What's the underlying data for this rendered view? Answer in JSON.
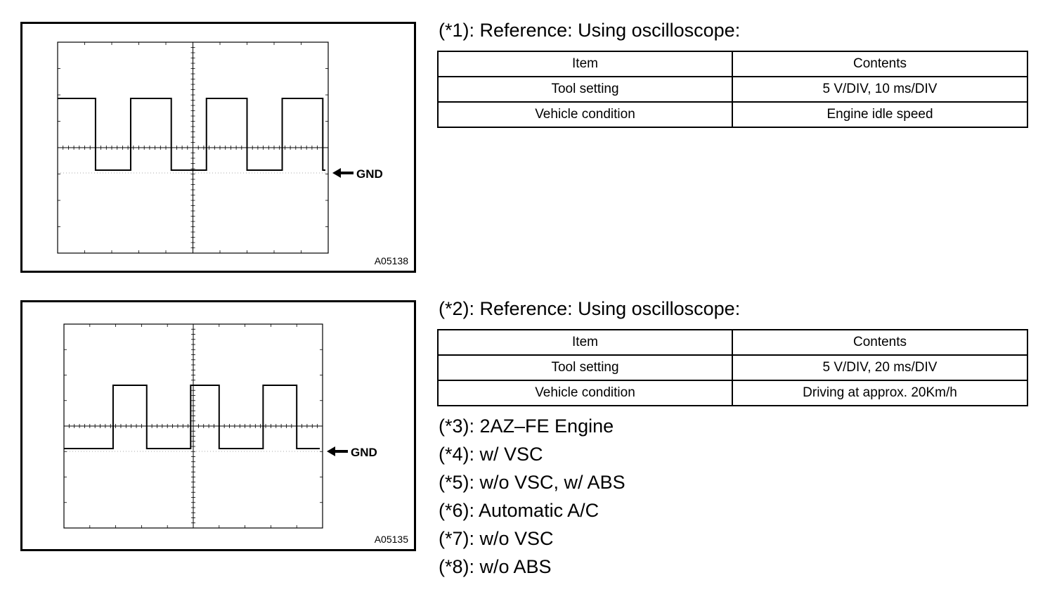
{
  "figure1": {
    "code": "A05138",
    "marker_label": "GND",
    "waveform": {
      "high_ratio_x": [
        0.0,
        0.14,
        0.27,
        0.42,
        0.55,
        0.7,
        0.83,
        0.98
      ]
    }
  },
  "figure2": {
    "code": "A05135",
    "marker_label": "GND",
    "waveform": {
      "high_ratio_x": [
        0.19,
        0.32,
        0.49,
        0.6,
        0.77,
        0.9
      ]
    }
  },
  "section1": {
    "heading": "(*1): Reference: Using oscilloscope:",
    "table": {
      "headers": [
        "Item",
        "Contents"
      ],
      "rows": [
        [
          "Tool setting",
          "5 V/DIV, 10 ms/DIV"
        ],
        [
          "Vehicle condition",
          "Engine idle speed"
        ]
      ]
    }
  },
  "section2": {
    "heading": "(*2): Reference: Using oscilloscope:",
    "table": {
      "headers": [
        "Item",
        "Contents"
      ],
      "rows": [
        [
          "Tool setting",
          "5 V/DIV, 20 ms/DIV"
        ],
        [
          "Vehicle condition",
          "Driving at approx. 20Km/h"
        ]
      ]
    }
  },
  "notes": [
    "(*3): 2AZ–FE Engine",
    "(*4): w/ VSC",
    "(*5): w/o VSC, w/ ABS",
    "(*6): Automatic A/C",
    "(*7): w/o VSC",
    "(*8): w/o ABS"
  ]
}
